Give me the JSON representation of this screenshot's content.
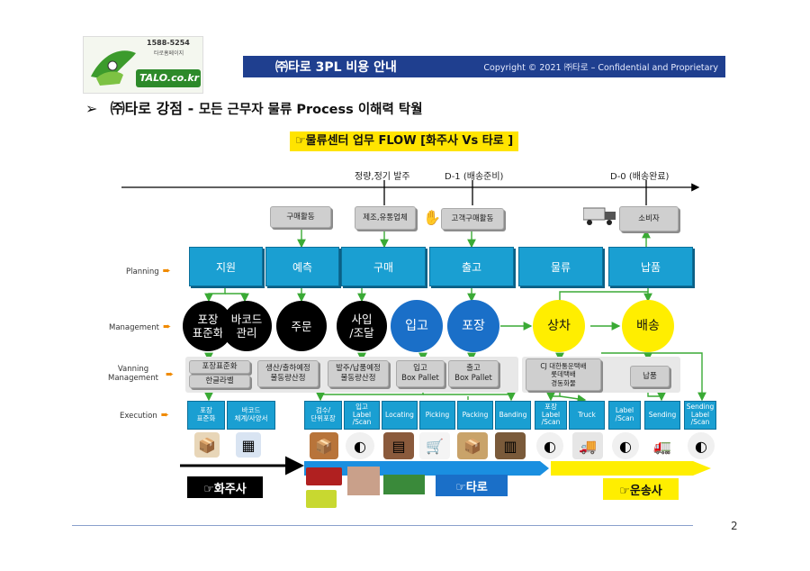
{
  "logo": {
    "phone": "1588-5254",
    "tagline": "타로홈페이지",
    "text": "TALO.co.kr"
  },
  "banner": {
    "title": "㈜타로 3PL 비용 안내",
    "copyright": "Copyright © 2021 ㈜타로 – Confidential and Proprietary"
  },
  "heading": {
    "bullet": "➢",
    "main": "㈜타로 강점 -",
    "sub": "모든 근무자 물류 Process 이해력 탁월"
  },
  "flow_title": "☞물류센터 업무 FLOW [화주사 Vs 타로 ]",
  "timeline": {
    "t1": "정량,정기 발주",
    "t2": "D-1 (배송준비)",
    "t3": "D-0 (배송완료)"
  },
  "row_labels": {
    "planning": "Planning",
    "management": "Management",
    "vanning": "Vanning Management",
    "execution": "Execution"
  },
  "top_boxes": {
    "b1": "구매활동",
    "b2": "제조,유통업체",
    "b3": "고객구매활동",
    "b4": "소비자"
  },
  "planning": [
    "지원",
    "예측",
    "구매",
    "출고",
    "물류",
    "납품"
  ],
  "management": {
    "m1": "포장\n표준화",
    "m2": "바코드\n관리",
    "m3": "주문",
    "m4": "사입\n/조달",
    "m5": "입고",
    "m6": "포장",
    "m7": "상차",
    "m8": "배송"
  },
  "vanning": {
    "v1a": "포장표준화",
    "v1b": "한글라벨",
    "v2": "생산/출하예정\n물동량산정",
    "v3": "발주/납품예정\n물동량산정",
    "v4a": "입고",
    "v4b": "Box Pallet",
    "v5a": "출고",
    "v5b": "Box Pallet",
    "v6": "CJ 대한통운택배\n롯데택배\n경동화물",
    "v7": "납품"
  },
  "execution": [
    "포장\n표준화",
    "바코드\n체계/사양서",
    "검수/\n단위포장",
    "입고\nLabel\n/Scan",
    "Locating",
    "Picking",
    "Packing",
    "Banding",
    "포장\nLabel\n/Scan",
    "Truck",
    "Label\n/Scan",
    "Sending",
    "Sending\nLabel\n/Scan"
  ],
  "bottom_labels": {
    "shipper": "☞화주사",
    "talo": "☞타로",
    "carrier": "☞운송사"
  },
  "page_number": "2",
  "colors": {
    "banner": "#1f3f8f",
    "teal": "#1a9fd2",
    "blue": "#1a6fc8",
    "yellow": "#ffee00",
    "green": "#3aaa35",
    "black": "#000000"
  }
}
